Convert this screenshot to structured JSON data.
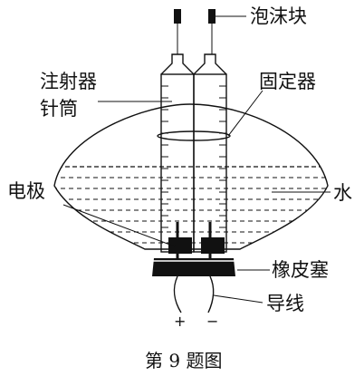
{
  "labels": {
    "foam_block": "泡沫块",
    "syringe_line1": "注射器",
    "syringe_line2": "针筒",
    "holder": "固定器",
    "electrode": "电极",
    "water": "水",
    "rubber_stopper": "橡皮塞",
    "wire": "导线"
  },
  "polarity": {
    "positive": "+",
    "negative": "−"
  },
  "caption": "第 9 题图"
}
